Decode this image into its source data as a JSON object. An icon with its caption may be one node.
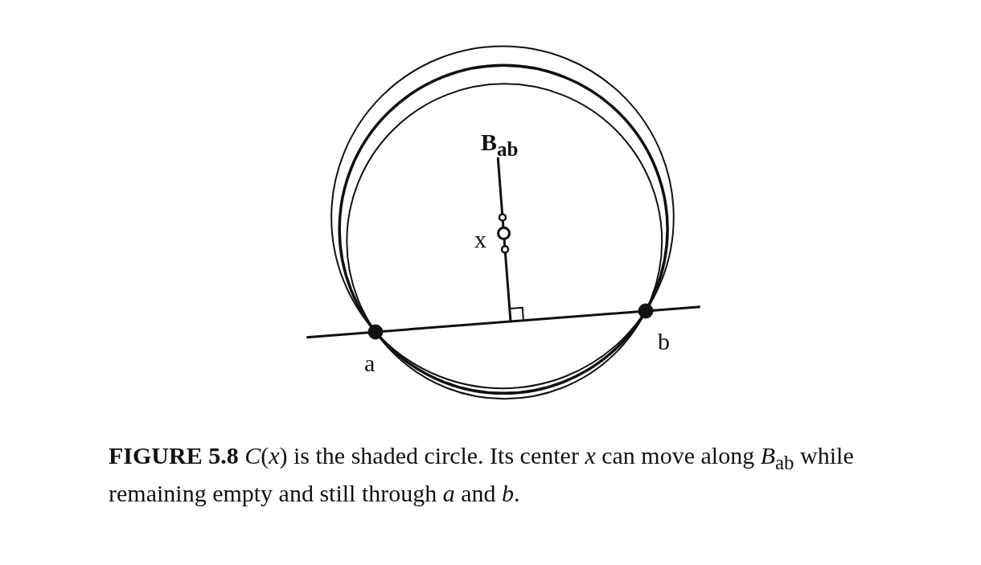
{
  "diagram": {
    "caption": "**FIGURE 5.8**   *C*(*x*) is the shaded circle. Its center *x* can move along *B*$_{ab}$ while remaining empty and still through *a* and *b*.",
    "labels": [
      "B$_{ab}$",
      "x",
      "a",
      "b"
    ]
  }
}
